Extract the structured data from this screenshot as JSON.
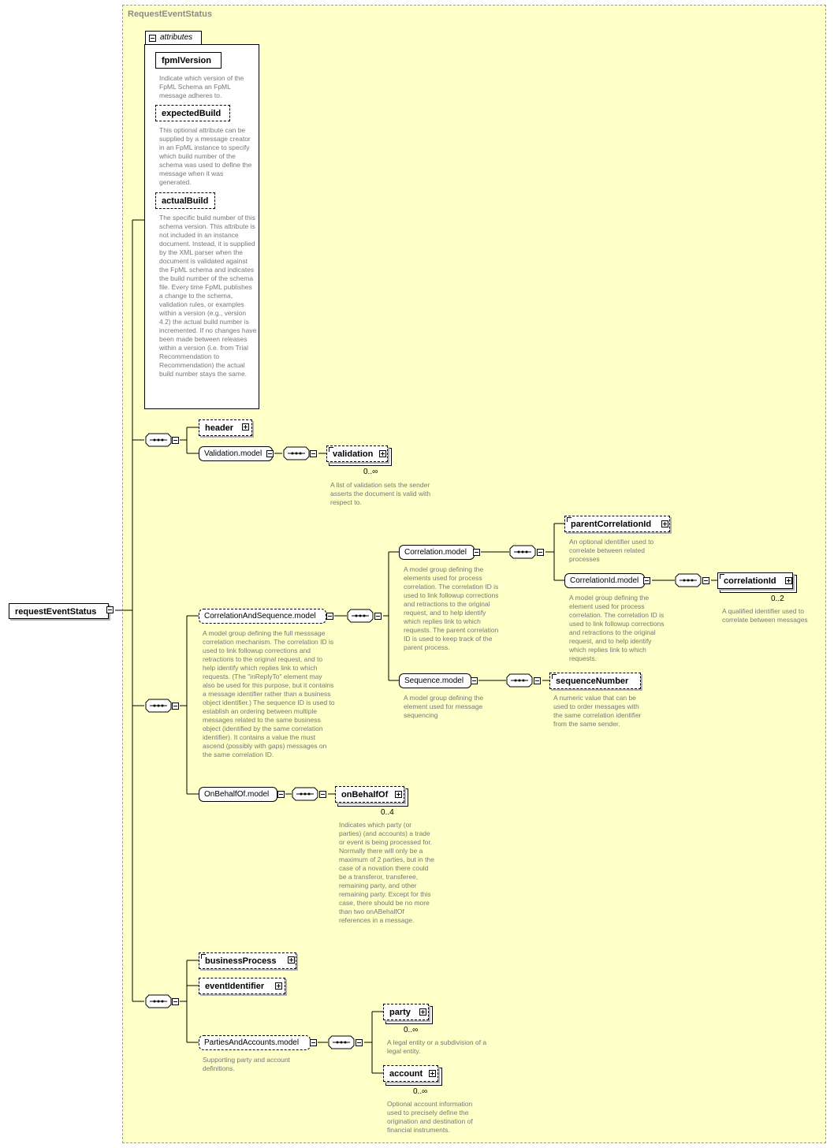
{
  "type_name": "RequestEventStatus",
  "root": {
    "name": "requestEventStatus"
  },
  "attributes": {
    "label": "attributes",
    "items": [
      {
        "name": "fpmlVersion",
        "desc": "Indicate which version of the FpML Schema an FpML message adheres to."
      },
      {
        "name": "expectedBuild",
        "desc": "This optional attribute can be supplied by a message creator in an FpML instance to specify which build number of the schema was used to define the message when it was generated."
      },
      {
        "name": "actualBuild",
        "desc": "The specific build number of this schema version. This attribute is not included in an instance document. Instead, it is supplied by the XML parser when the document is validated against the FpML schema and indicates the build number of the schema file. Every time FpML publishes a change to the schema, validation rules, or examples within a version (e.g., version 4.2) the actual build number is incremented. If no changes have been made between releases within a version (i.e. from Trial Recommendation to Recommendation) the actual build number stays the same."
      }
    ]
  },
  "header": {
    "name": "header"
  },
  "validation_model": {
    "name": "Validation.model"
  },
  "validation": {
    "name": "validation",
    "card": "0..∞",
    "desc": "A list of validation sets the sender asserts the document is valid with respect to."
  },
  "corr_seq_model": {
    "name": "CorrelationAndSequence.model",
    "desc": "A model group defining the full messsage correlation mechanism. The correlation ID is used to link followup corrections and retractions to the original request, and to help identify which replies link to which requests. (The \"inReplyTo\" element may also be used for this purpose, but it contains a message identifier rather than a business object identifier.) The sequence ID is used to establish an ordering between multiple messages related to the same business object (identified by the same correlation identifier). It contains a value the must ascend (possibly with gaps) messages on the same correlation ID."
  },
  "correlation_model": {
    "name": "Correlation.model",
    "desc": "A model group defining the elements used for process correlation. The correlation ID is used to link followup corrections and retractions to the original request, and to help identify which replies link to which requests. The parent correlation ID is used to keep track of the parent process."
  },
  "parent_correlation_id": {
    "name": "parentCorrelationId",
    "desc": "An optional identifier used to correlate between related processes"
  },
  "correlation_id_model": {
    "name": "CorrelationId.model",
    "desc": "A model group defining the element used for process correlation. The correlation ID is used to link followup corrections and retractions to the original request, and to help identify which replies link to which requests."
  },
  "correlation_id": {
    "name": "correlationId",
    "card": "0..2",
    "desc": "A qualified identifier used to correlate between messages"
  },
  "sequence_model": {
    "name": "Sequence.model",
    "desc": "A model group defining the element used for message sequencing"
  },
  "sequence_number": {
    "name": "sequenceNumber",
    "desc": "A numeric value that can be used to order messages with the same correlation identifier from the same sender."
  },
  "on_behalf_of_model": {
    "name": "OnBehalfOf.model"
  },
  "on_behalf_of": {
    "name": "onBehalfOf",
    "card": "0..4",
    "desc": "Indicates which party (or parties) (and accounts) a trade or event is being processed for. Normally there will only be a maximum of 2 parties, but in the case of a novation there could be a transferor, transferee, remaining party, and other remaining party. Except for this case, there should be no more than two onABehalfOf references in a message."
  },
  "business_process": {
    "name": "businessProcess"
  },
  "event_identifier": {
    "name": "eventIdentifier"
  },
  "parties_accounts_model": {
    "name": "PartiesAndAccounts.model",
    "desc": "Supporting party and account definitions."
  },
  "party": {
    "name": "party",
    "card": "0..∞",
    "desc": "A legal entity or a subdivision of a legal entity."
  },
  "account": {
    "name": "account",
    "card": "0..∞",
    "desc": "Optional account information used to precisely define the origination and destination of financial instruments."
  }
}
